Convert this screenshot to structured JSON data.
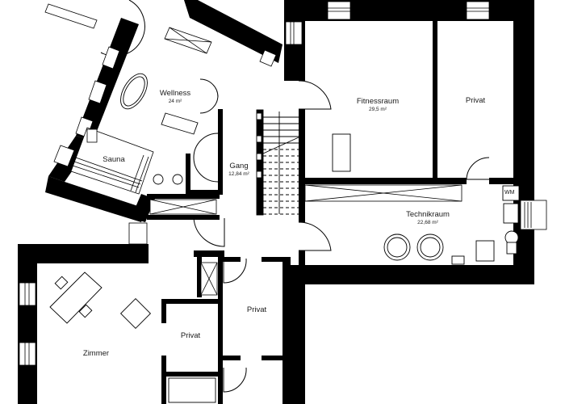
{
  "floorplan": {
    "wall_color": "#000000",
    "background": "#ffffff",
    "rooms": [
      {
        "name": "Wellness",
        "area": "24 m²"
      },
      {
        "name": "Fitnessraum",
        "area": "29,5 m²"
      },
      {
        "name": "Privat",
        "area": ""
      },
      {
        "name": "Gang",
        "area": "12,84 m²"
      },
      {
        "name": "Sauna",
        "area": ""
      },
      {
        "name": "Technikraum",
        "area": "22,68 m²"
      },
      {
        "name": "Zimmer",
        "area": ""
      },
      {
        "name": "Privat",
        "area": ""
      },
      {
        "name": "Privat",
        "area": ""
      }
    ],
    "fixtures": {
      "washing_machine": "WM"
    }
  }
}
